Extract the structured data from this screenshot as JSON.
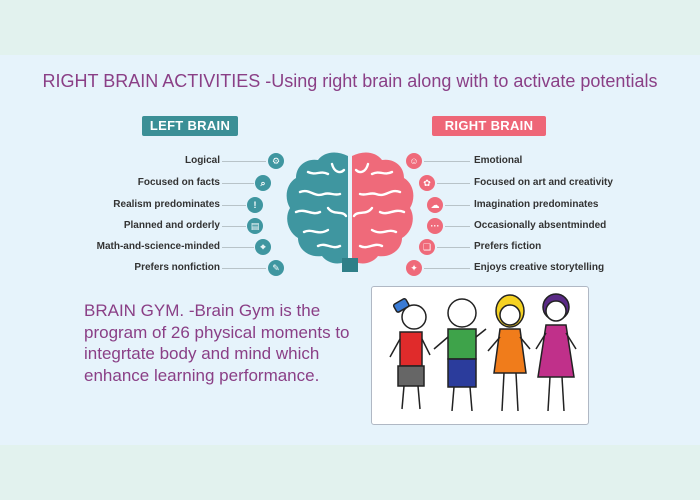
{
  "title": "RIGHT BRAIN ACTIVITIES -Using right brain along with to activate potentials",
  "left_brain": {
    "heading": "LEFT BRAIN",
    "items": [
      {
        "label": "Logical",
        "icon": "gears-icon"
      },
      {
        "label": "Focused on facts",
        "icon": "magnifier-icon"
      },
      {
        "label": "Realism predominates",
        "icon": "exclamation-icon"
      },
      {
        "label": "Planned and orderly",
        "icon": "clipboard-icon"
      },
      {
        "label": "Math-and-science-minded",
        "icon": "compass-icon"
      },
      {
        "label": "Prefers nonfiction",
        "icon": "pencil-icon"
      }
    ]
  },
  "right_brain": {
    "heading": "RIGHT BRAIN",
    "items": [
      {
        "label": "Emotional",
        "icon": "smiley-icon"
      },
      {
        "label": "Focused on art and creativity",
        "icon": "palette-icon"
      },
      {
        "label": "Imagination predominates",
        "icon": "thought-bubble-icon"
      },
      {
        "label": "Occasionally absentminded",
        "icon": "dots-icon"
      },
      {
        "label": "Prefers fiction",
        "icon": "open-book-icon"
      },
      {
        "label": "Enjoys creative storytelling",
        "icon": "lightbulb-icon"
      }
    ]
  },
  "brain_gym": "BRAIN GYM. -Brain Gym is the program of 26 physical moments to integrtate body and mind which enhance learning performance.",
  "colors": {
    "title": "#8a3f86",
    "left_accent": "#3b8f96",
    "right_accent": "#ee6677",
    "panel": "#e6f3fb",
    "page": "#e2f2ee"
  }
}
